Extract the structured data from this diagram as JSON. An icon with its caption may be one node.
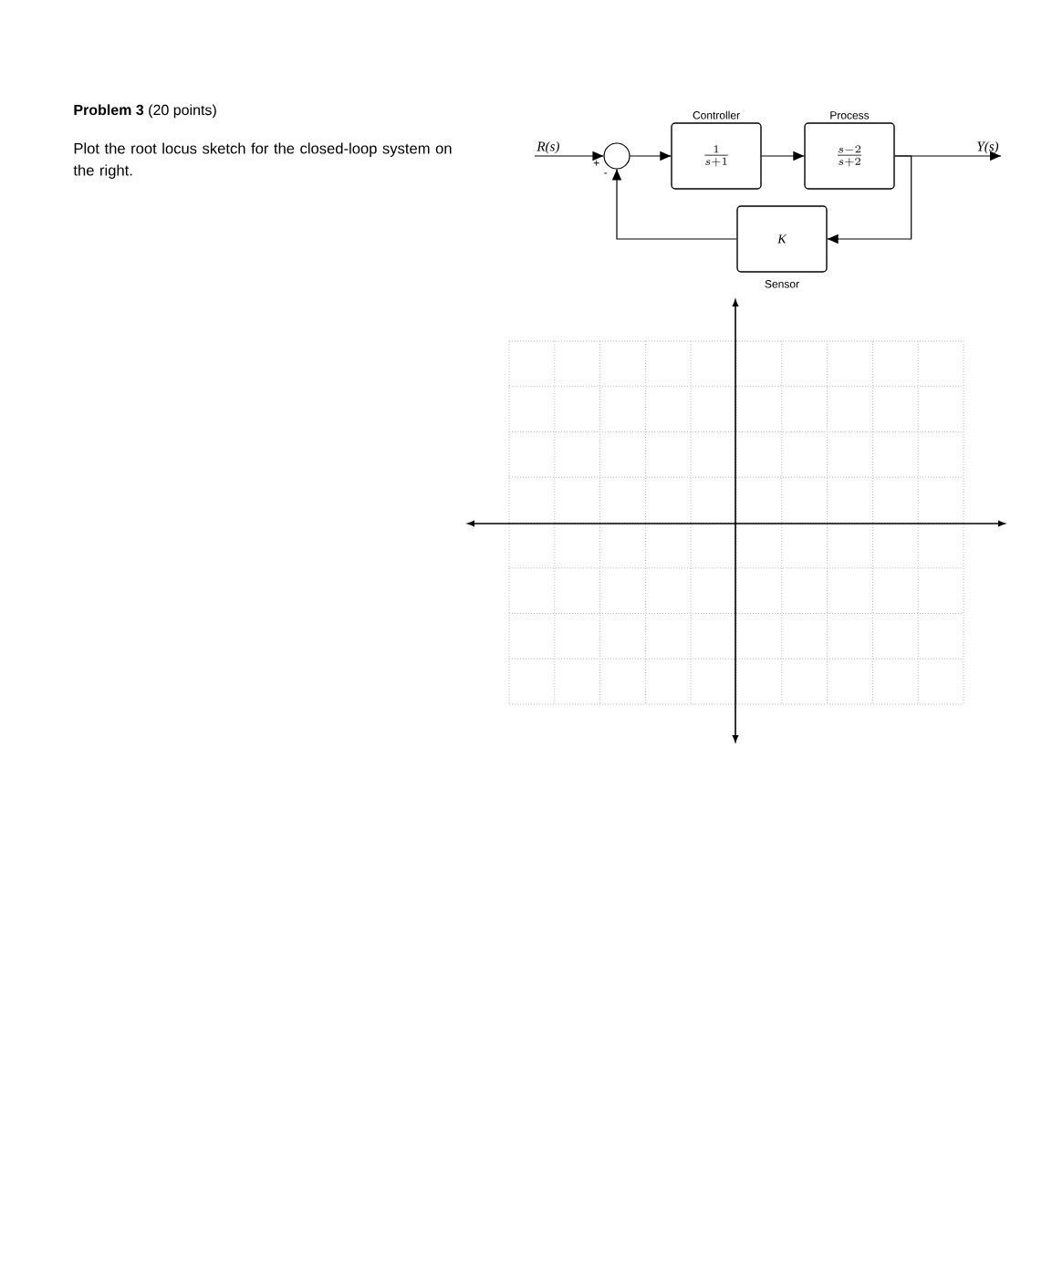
{
  "diagram": {
    "title": "**Problem 3** (20 points)",
    "nodes": [
      {
        "text": [
          "R(s)"
        ]
      },
      {
        "text": [],
        "shape": "circle",
        "beside": [
          "+",
          "-"
        ]
      },
      {
        "text": [
          "Controller",
          "\\frac{1}{s+1}"
        ]
      },
      {
        "text": [
          "Process",
          "\\frac{s-2}{s+2}"
        ]
      },
      {
        "text": [
          "K"
        ],
        "beside": [
          "Sensor"
        ]
      },
      {
        "text": [
          "Y(s)"
        ]
      }
    ],
    "edges": [
      {
        "from": 0,
        "to": 1,
        "arrow": "to"
      },
      {
        "from": 1,
        "to": 2,
        "arrow": "to"
      },
      {
        "from": 2,
        "to": 3,
        "arrow": "to"
      },
      {
        "from": 3,
        "to": 5,
        "arrow": "to"
      },
      {
        "from": 3,
        "to": 4,
        "arrow": "to"
      },
      {
        "from": 4,
        "to": 1,
        "arrow": "to"
      }
    ],
    "labels": [
      "Plot the root locus sketch for the closed-loop system on the right."
    ]
  }
}
